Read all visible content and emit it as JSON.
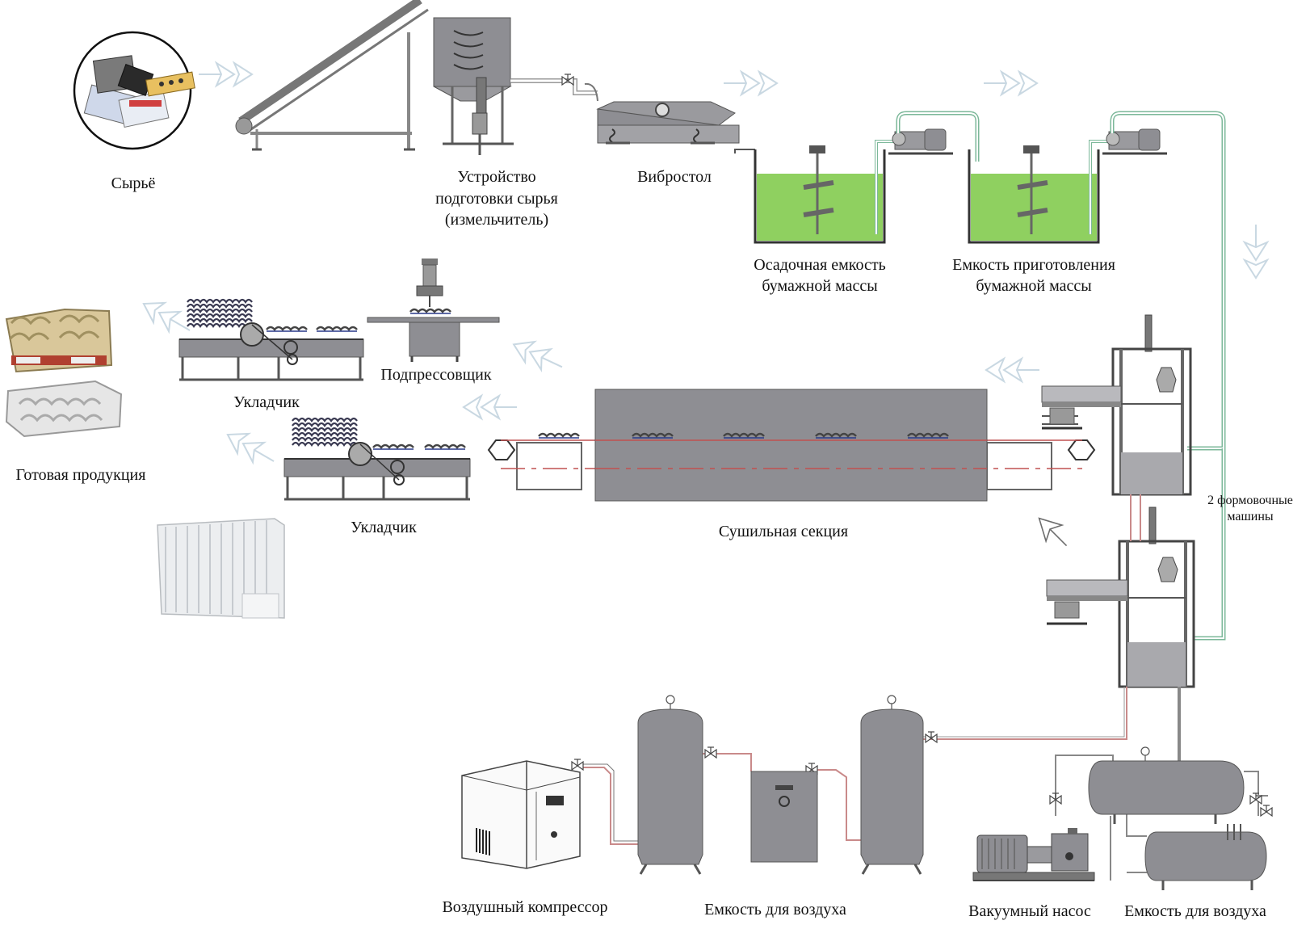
{
  "labels": {
    "raw_material": "Сырьё",
    "crusher_line1": "Устройство",
    "crusher_line2": "подготовки сырья",
    "crusher_line3": "(измельчитель)",
    "vibro_table": "Вибростол",
    "settling_tank_line1": "Осадочная емкость",
    "settling_tank_line2": "бумажной массы",
    "pulp_tank_line1": "Емкость приготовления",
    "pulp_tank_line2": "бумажной массы",
    "hot_press": "Подпрессовщик",
    "stacker_top": "Укладчик",
    "stacker_bottom": "Укладчик",
    "finished_products": "Готовая продукция",
    "drying_section": "Сушильная секция",
    "forming_machines_line1": "2 формовочные",
    "forming_machines_line2": "машины",
    "air_compressor": "Воздушный компрессор",
    "air_tank_1": "Емкость для воздуха",
    "vacuum_pump": "Вакуумный насос",
    "air_tank_2": "Емкость для воздуха"
  },
  "colors": {
    "machine_gray": "#8e8e93",
    "machine_dark": "#5e5e64",
    "machine_light": "#c4c4c8",
    "pulp_green": "#8fd060",
    "pipe_green": "#7cb89a",
    "pipe_red": "#c98a8a",
    "arrow_outline": "#c9d8e2",
    "label": "#111111"
  },
  "icons": {
    "flow_arrow": "double-chevron-arrow-icon",
    "valve": "valve-icon",
    "pressure_gauge": "gauge-icon"
  }
}
